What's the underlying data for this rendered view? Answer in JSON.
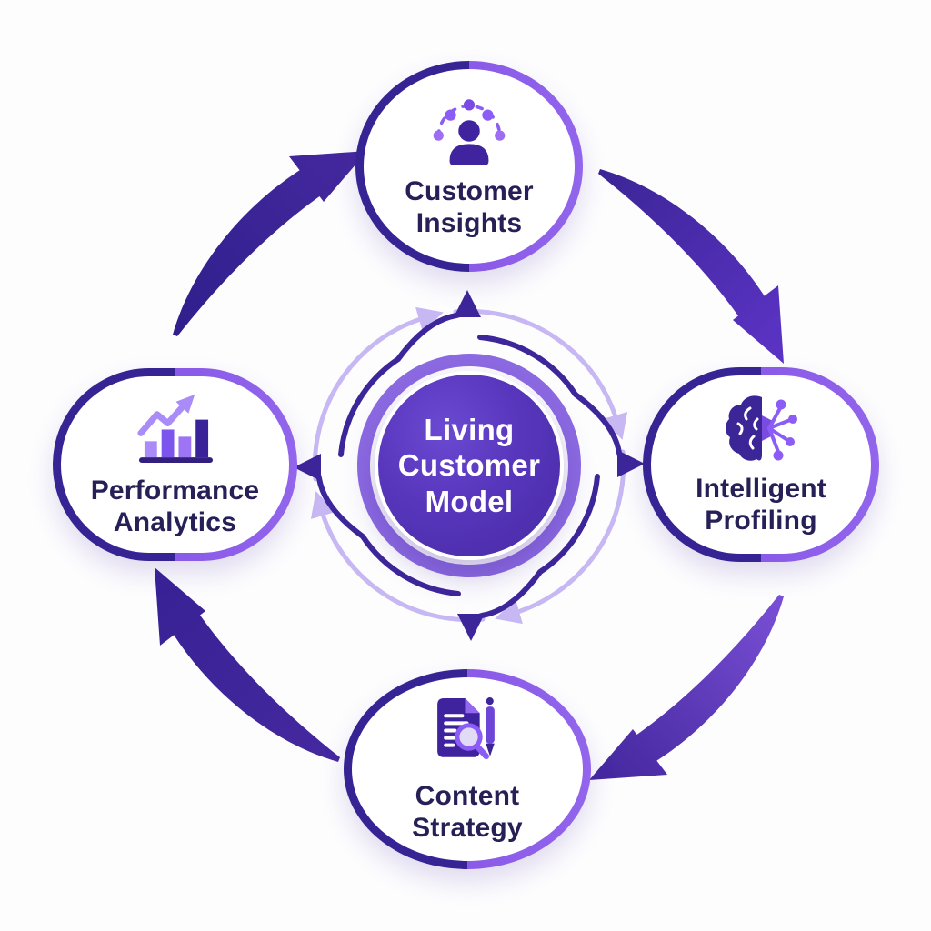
{
  "center": {
    "label": "Living Customer Model"
  },
  "nodes": [
    {
      "id": "customer-insights",
      "label": "Customer Insights",
      "icon": "customer-network-icon",
      "position": "top"
    },
    {
      "id": "intelligent-profiling",
      "label": "Intelligent Profiling",
      "icon": "brain-circuit-icon",
      "position": "right"
    },
    {
      "id": "content-strategy",
      "label": "Content Strategy",
      "icon": "document-search-pen-icon",
      "position": "bottom"
    },
    {
      "id": "performance-analytics",
      "label": "Performance Analytics",
      "icon": "bar-chart-growth-icon",
      "position": "left"
    }
  ],
  "flow": {
    "direction": "clockwise",
    "sequence": [
      "Customer Insights",
      "Intelligent Profiling",
      "Content Strategy",
      "Performance Analytics",
      "Customer Insights"
    ]
  },
  "colors": {
    "dark_indigo": "#38249b",
    "medium_purple": "#5b35c4",
    "light_purple": "#8b5cf6",
    "lavender": "#c7b7f2",
    "center_fill": "#5433b8",
    "ring": "#8c6ae2",
    "label_text": "#262057",
    "center_text": "#ffffff",
    "background": "#fdfdfe"
  }
}
